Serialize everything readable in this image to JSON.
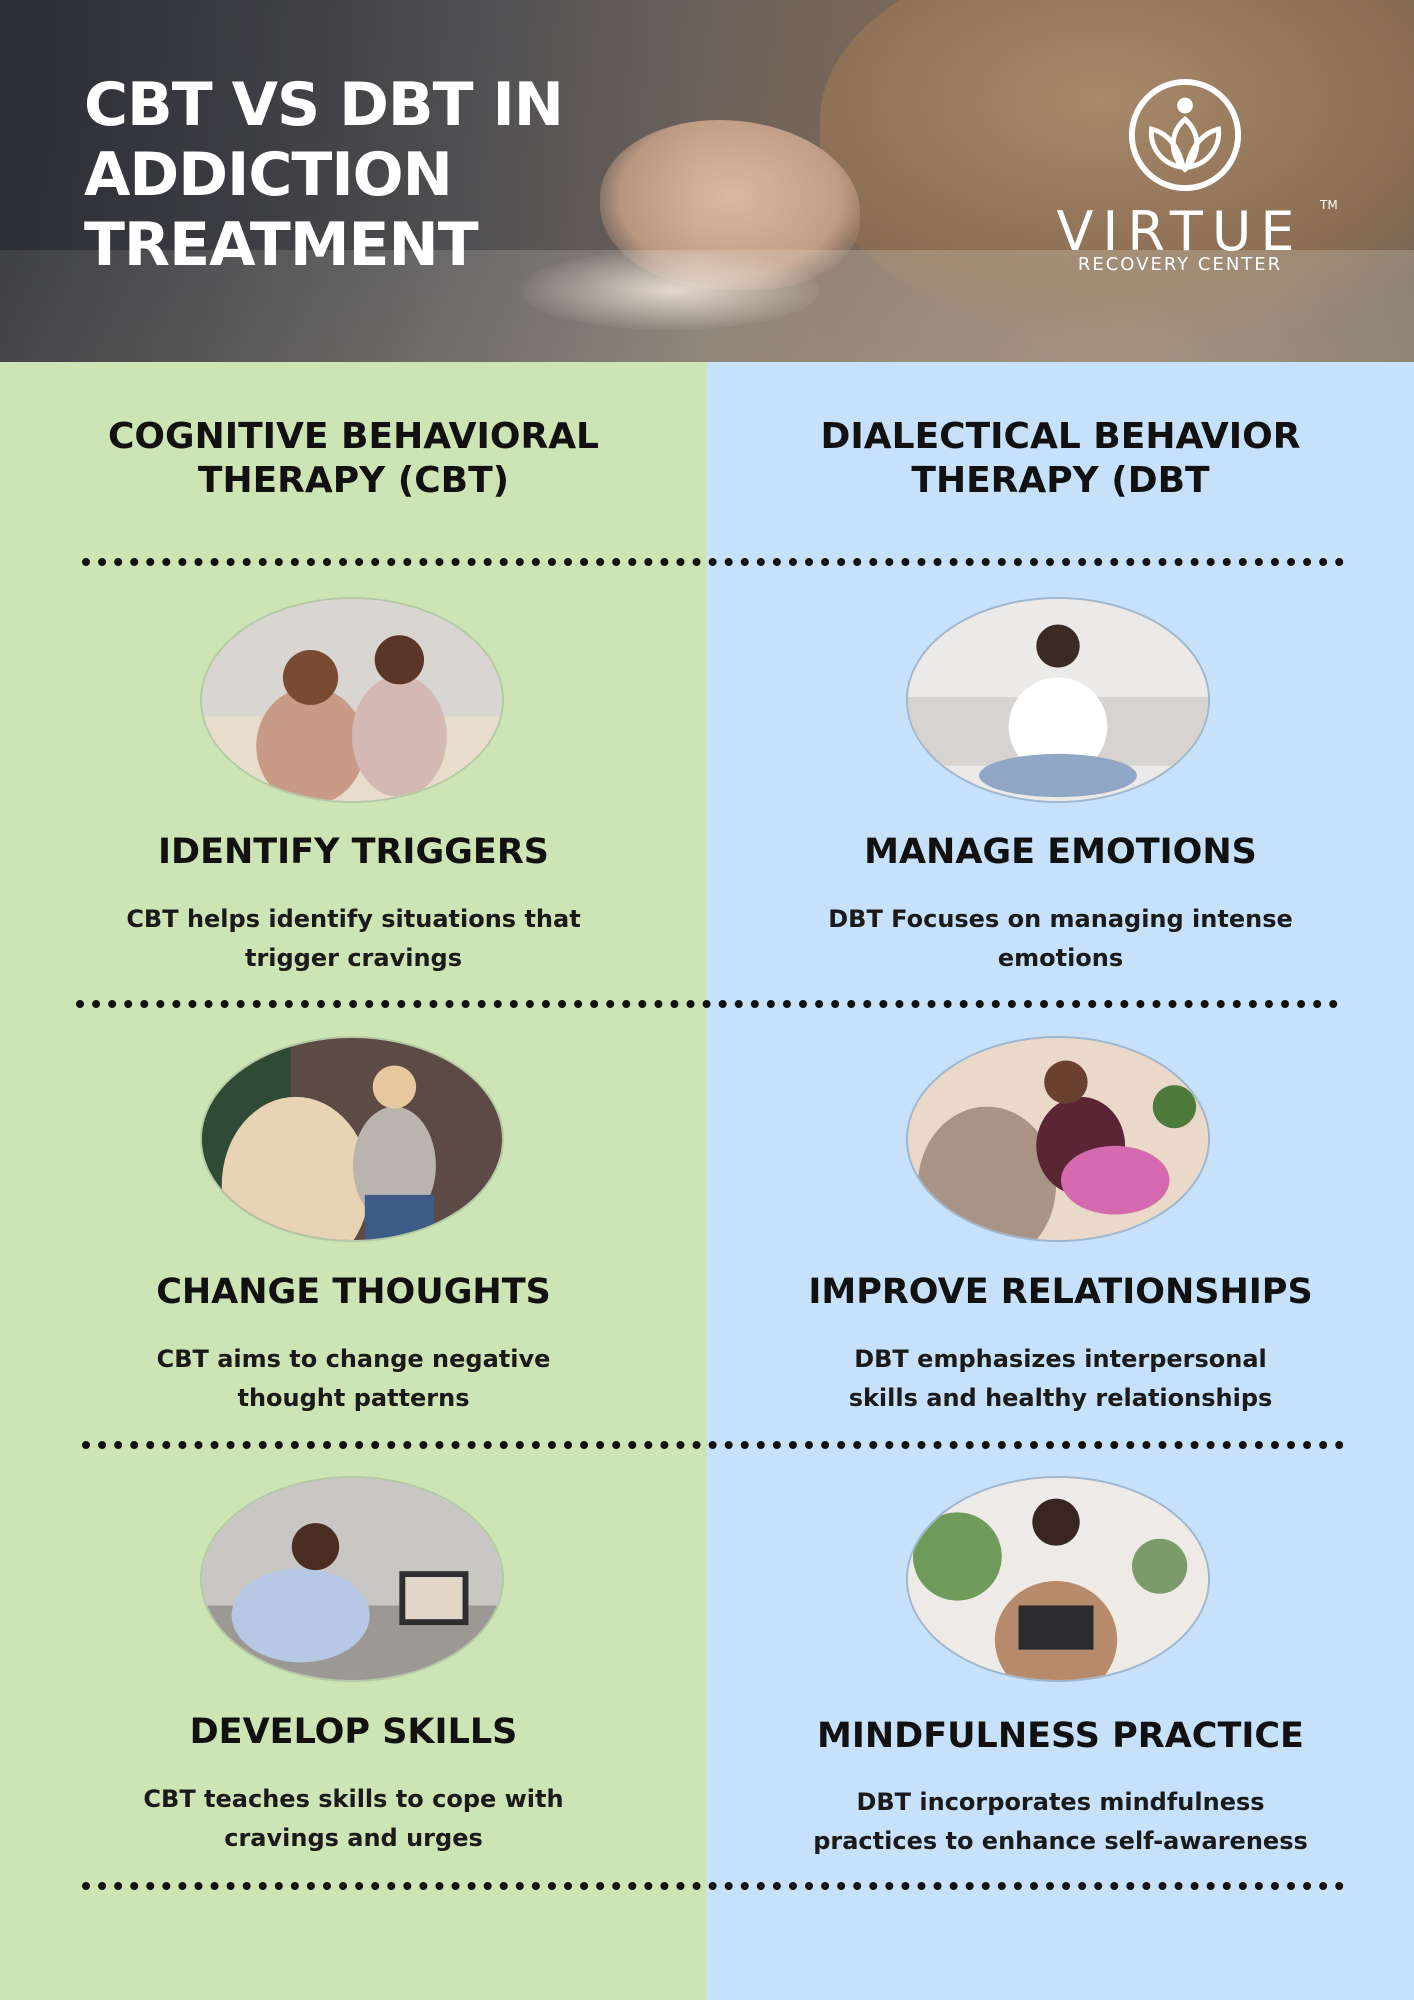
{
  "header": {
    "title_lines": [
      "CBT VS DBT IN",
      "ADDICTION",
      "TREATMENT"
    ],
    "logo": {
      "icon": "lotus-figure-icon",
      "name": "VIRTUE",
      "trademark": "TM",
      "subtitle": "RECOVERY CENTER"
    }
  },
  "colors": {
    "cbt_column": "#cde4b4",
    "dbt_column": "#c7e1fb",
    "text": "#111111",
    "header_text": "#ffffff"
  },
  "columns": {
    "cbt": {
      "heading_lines": [
        "COGNITIVE BEHAVIORAL",
        "THERAPY (CBT)"
      ],
      "items": [
        {
          "image": "counseling-session-photo",
          "title": "IDENTIFY TRIGGERS",
          "desc_lines": [
            "CBT helps identify situations that",
            "trigger cravings"
          ]
        },
        {
          "image": "therapist-meeting-photo",
          "title": "CHANGE THOUGHTS",
          "desc_lines": [
            "CBT aims to change negative",
            "thought patterns"
          ]
        },
        {
          "image": "online-therapy-photo",
          "title": "DEVELOP SKILLS",
          "desc_lines": [
            "CBT teaches skills to cope with",
            "cravings and urges"
          ]
        }
      ]
    },
    "dbt": {
      "heading_lines": [
        "DIALECTICAL BEHAVIOR",
        "THERAPY (DBT"
      ],
      "items": [
        {
          "image": "meditation-photo",
          "title": "MANAGE EMOTIONS",
          "desc_lines": [
            "DBT Focuses on managing intense",
            "emotions"
          ]
        },
        {
          "image": "embrace-photo",
          "title": "IMPROVE RELATIONSHIPS",
          "desc_lines": [
            "DBT emphasizes interpersonal",
            "skills and healthy relationships"
          ]
        },
        {
          "image": "mindful-breathing-photo",
          "title": "MINDFULNESS PRACTICE",
          "desc_lines": [
            "DBT incorporates mindfulness",
            "practices to enhance self-awareness"
          ]
        }
      ]
    }
  }
}
